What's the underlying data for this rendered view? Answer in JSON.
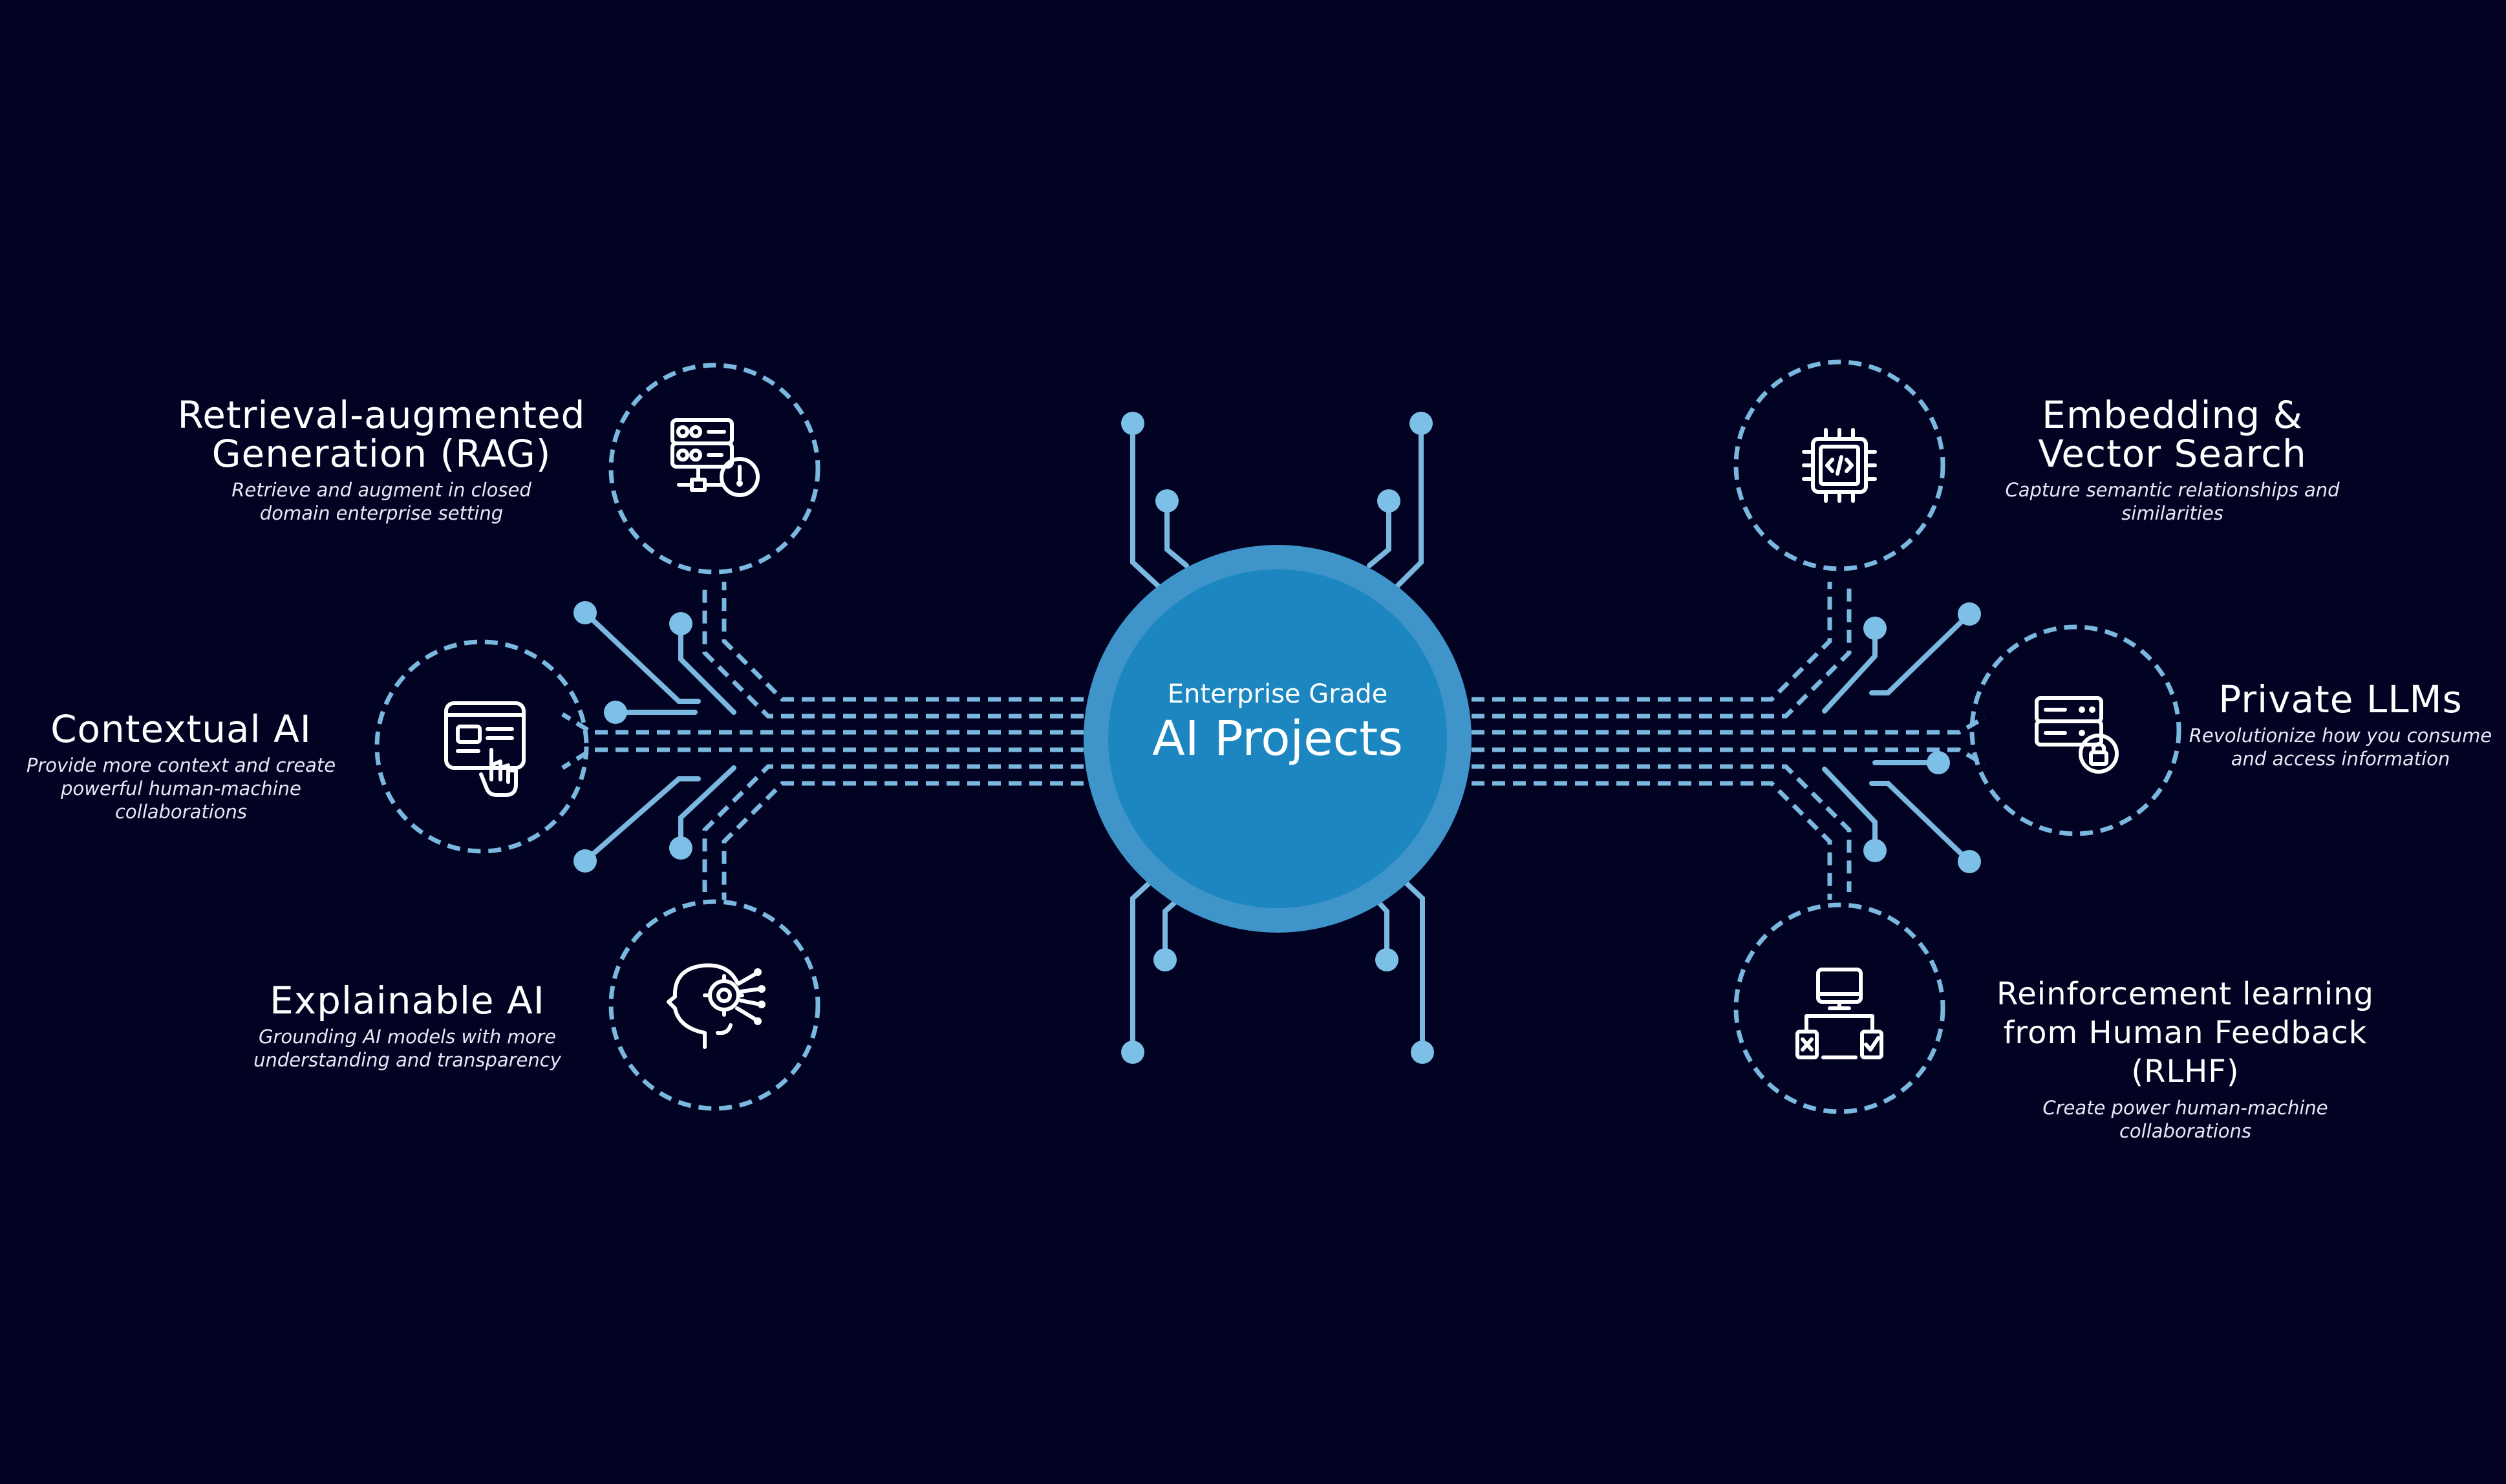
{
  "center": {
    "subtitle": "Enterprise Grade",
    "title": "AI Projects"
  },
  "nodes": {
    "rag": {
      "title_line1": "Retrieval-augmented",
      "title_line2": "Generation (RAG)",
      "desc_line1": "Retrieve and augment in closed",
      "desc_line2": "domain enterprise setting",
      "icon": "server-gauge-icon"
    },
    "contextual": {
      "title_line1": "Contextual AI",
      "desc_line1": "Provide more context and create",
      "desc_line2": "powerful human-machine",
      "desc_line3": "collaborations",
      "icon": "touch-screen-icon"
    },
    "explainable": {
      "title_line1": "Explainable AI",
      "desc_line1": "Grounding AI models with more",
      "desc_line2": "understanding and transparency",
      "icon": "head-gear-icon"
    },
    "embedding": {
      "title_line1": "Embedding &",
      "title_line2": "Vector Search",
      "desc_line1": "Capture semantic relationships and",
      "desc_line2": "similarities",
      "icon": "code-chip-icon"
    },
    "private": {
      "title_line1": "Private LLMs",
      "desc_line1": "Revolutionize how you consume",
      "desc_line2": "and access information",
      "icon": "server-lock-icon"
    },
    "rlhf": {
      "title_line1": "Reinforcement learning",
      "title_line2": "from Human Feedback (RLHF)",
      "desc_line1": "Create power human-machine",
      "desc_line2": "collaborations",
      "icon": "computer-feedback-icon"
    }
  },
  "colors": {
    "background": "#020322",
    "line": "#7ab8e0",
    "dot": "#7cc0e8",
    "hub_outer": "#3f95c9",
    "hub_inner": "#1c86c0",
    "text": "#ffffff"
  }
}
